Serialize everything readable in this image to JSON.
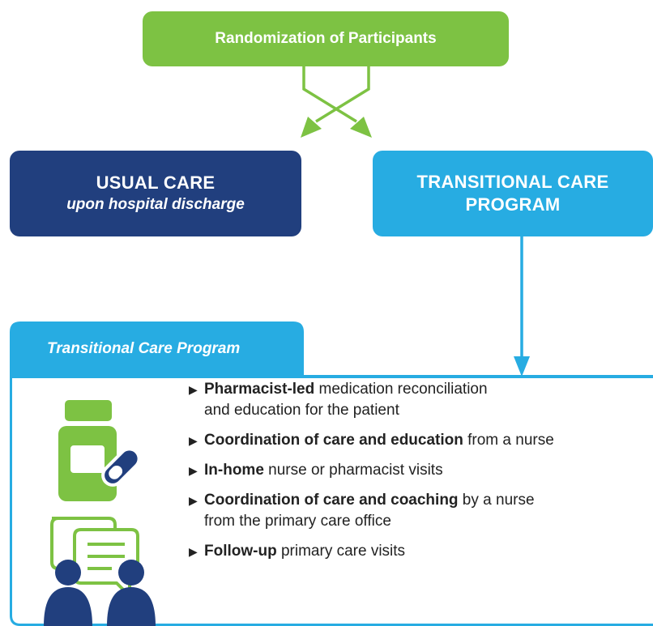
{
  "colors": {
    "green": "#7dc243",
    "navy": "#213f7e",
    "sky": "#27ace2",
    "text": "#222222"
  },
  "randomization": {
    "label": "Randomization of Participants"
  },
  "usual_care": {
    "title": "USUAL CARE",
    "subtitle": "upon hospital discharge"
  },
  "transitional": {
    "title_line1": "TRANSITIONAL CARE",
    "title_line2": "PROGRAM"
  },
  "program_panel": {
    "tab_label": "Transitional Care Program",
    "icons": [
      "pill-bottle-icon",
      "chat-bubbles-icon",
      "people-icon"
    ],
    "items": [
      {
        "bold": "Pharmacist-led",
        "rest": " medication reconciliation",
        "line2": "and education for the patient"
      },
      {
        "bold": "Coordination of care and education",
        "rest": " from a nurse",
        "line2": ""
      },
      {
        "bold": "In-home",
        "rest": " nurse or pharmacist visits",
        "line2": ""
      },
      {
        "bold": "Coordination of care and coaching",
        "rest": " by a nurse",
        "line2": "from the primary care office"
      },
      {
        "bold": "Follow-up",
        "rest": " primary care visits",
        "line2": ""
      }
    ]
  }
}
